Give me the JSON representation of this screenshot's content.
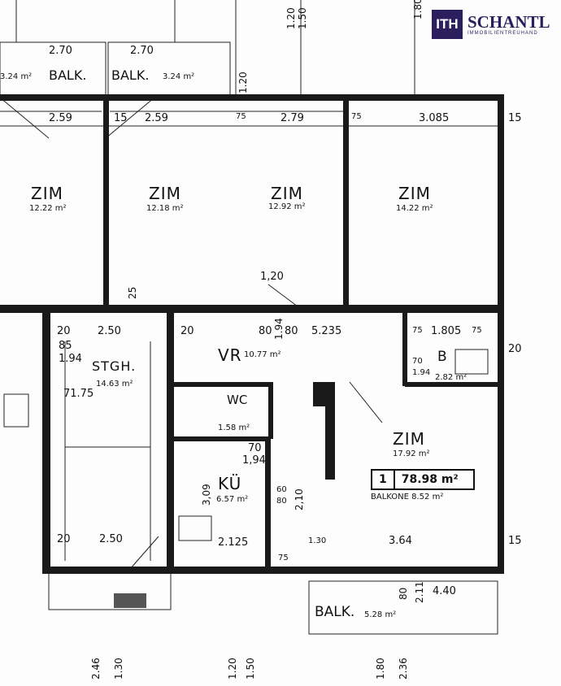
{
  "logo": {
    "mark": "ITH",
    "name": "SCHANTL",
    "tagline": "IMMOBILIENTREUHAND"
  },
  "rooms": [
    {
      "name": "ZIM",
      "area": "12.22 m²"
    },
    {
      "name": "ZIM",
      "area": "12.18 m²"
    },
    {
      "name": "ZIM",
      "area": "12.92 m²"
    },
    {
      "name": "ZIM",
      "area": "14.22 m²"
    },
    {
      "name": "STGH.",
      "area": "14.63 m²"
    },
    {
      "name": "VR",
      "area": "10.77 m²"
    },
    {
      "name": "WC",
      "area": "1.58 m²"
    },
    {
      "name": "KÜ",
      "area": "6.57 m²"
    },
    {
      "name": "B",
      "area": "2.82 m²"
    },
    {
      "name": "ZIM",
      "area": "17.92 m²"
    }
  ],
  "balconies_top": [
    {
      "name": "BALK.",
      "area": "3.24 m²"
    },
    {
      "name": "BALK.",
      "area": "3.24 m²"
    }
  ],
  "balcony_bottom": {
    "name": "BALK.",
    "area": "5.28 m²"
  },
  "unit": {
    "number": "1",
    "area": "78.98 m²",
    "balcony_label": "BALKONE 8.52 m²"
  },
  "dims": [
    "2.70",
    "2.70",
    "1.20",
    "2.59",
    "15",
    "2.59",
    "75",
    "2.79",
    "75",
    "3.085",
    "15",
    "1,20",
    "25",
    "2.50",
    "20",
    "85",
    "1.94",
    "20",
    "80",
    "1.94",
    "80",
    "5.235",
    "75",
    "1.805",
    "75",
    "20",
    "70",
    "1.94",
    "71.75",
    "70",
    "1,94",
    "60",
    "80",
    "2,10",
    "3,09",
    "20",
    "2.50",
    "2.125",
    "75",
    "1.30",
    "3.64",
    "15",
    "4.40",
    "80",
    "2.11",
    "1.20",
    "1.50",
    "2.46",
    "1.30",
    "1.80",
    "2.36",
    "1.20",
    "1.50",
    "1.80"
  ]
}
